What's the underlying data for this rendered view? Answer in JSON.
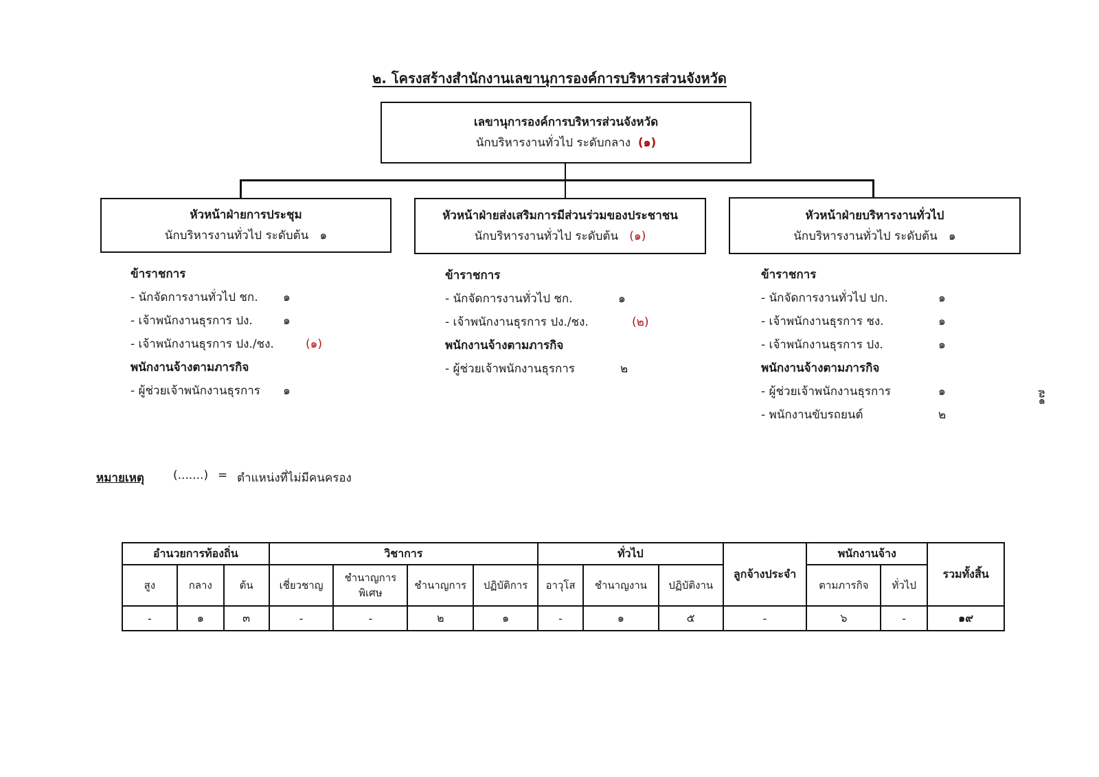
{
  "title": "๒. โครงสร้างสำนักงานเลขานุการองค์การบริหารส่วนจังหวัด",
  "top_box": {
    "line1": "เลขานุการองค์การบริหารส่วนจังหวัด",
    "line2": "นักบริหารงานทั่วไป ระดับกลาง",
    "count": "(๑)",
    "count_vacant": true
  },
  "divisions": [
    {
      "head": "หัวหน้าฝ่ายการประชุม",
      "position": "นักบริหารงานทั่วไป ระดับต้น",
      "count": "๑",
      "count_vacant": false,
      "groups": [
        {
          "label": "ข้าราชการ",
          "items": [
            {
              "name": "- นักจัดการงานทั่วไป ชก.",
              "count": "๑",
              "vacant": false
            },
            {
              "name": "- เจ้าพนักงานธุรการ ปง.",
              "count": "๑",
              "vacant": false
            },
            {
              "name": "- เจ้าพนักงานธุรการ ปง./ชง.",
              "count": "(๑)",
              "vacant": true
            }
          ]
        },
        {
          "label": "พนักงานจ้างตามภารกิจ",
          "items": [
            {
              "name": "- ผู้ช่วยเจ้าพนักงานธุรการ",
              "count": "๑",
              "vacant": false
            }
          ]
        }
      ]
    },
    {
      "head": "หัวหน้าฝ่ายส่งเสริมการมีส่วนร่วมของประชาชน",
      "position": "นักบริหารงานทั่วไป ระดับต้น",
      "count": "(๑)",
      "count_vacant": true,
      "groups": [
        {
          "label": "ข้าราชการ",
          "items": [
            {
              "name": "- นักจัดการงานทั่วไป ชก.",
              "count": "๑",
              "vacant": false
            },
            {
              "name": "- เจ้าพนักงานธุรการ ปง./ชง.",
              "count": "(๒)",
              "vacant": true
            }
          ]
        },
        {
          "label": "พนักงานจ้างตามภารกิจ",
          "items": [
            {
              "name": "- ผู้ช่วยเจ้าพนักงานธุรการ",
              "count": "๒",
              "vacant": false
            }
          ]
        }
      ]
    },
    {
      "head": "หัวหน้าฝ่ายบริหารงานทั่วไป",
      "position": "นักบริหารงานทั่วไป ระดับต้น",
      "count": "๑",
      "count_vacant": false,
      "groups": [
        {
          "label": "ข้าราชการ",
          "items": [
            {
              "name": "- นักจัดการงานทั่วไป ปก.",
              "count": "๑",
              "vacant": false
            },
            {
              "name": "- เจ้าพนักงานธุรการ ชง.",
              "count": "๑",
              "vacant": false
            },
            {
              "name": "- เจ้าพนักงานธุรการ ปง.",
              "count": "๑",
              "vacant": false
            }
          ]
        },
        {
          "label": "พนักงานจ้างตามภารกิจ",
          "items": [
            {
              "name": "- ผู้ช่วยเจ้าพนักงานธุรการ",
              "count": "๑",
              "vacant": false
            },
            {
              "name": "- พนักงานขับรถยนต์",
              "count": "๒",
              "vacant": false
            }
          ]
        }
      ]
    }
  ],
  "note": {
    "label": "หมายเหตุ",
    "symbol": "(.......)",
    "equals": "=",
    "meaning": "ตำแหน่งที่ไม่มีคนครอง"
  },
  "page_number": "๑๗",
  "summary_table": {
    "groups": [
      {
        "label": "อำนวยการท้องถิ่น",
        "span": 3
      },
      {
        "label": "วิชาการ",
        "span": 4
      },
      {
        "label": "ทั่วไป",
        "span": 3
      },
      {
        "label": "ลูกจ้างประจำ",
        "span": 1,
        "rowspan": 2
      },
      {
        "label": "พนักงานจ้าง",
        "span": 2
      },
      {
        "label": "รวมทั้งสิ้น",
        "span": 1,
        "rowspan": 2
      }
    ],
    "subheaders": [
      "สูง",
      "กลาง",
      "ต้น",
      "เชี่ยวชาญ",
      "ชำนาญการพิเศษ",
      "ชำนาญการ",
      "ปฏิบัติการ",
      "อาวุโส",
      "ชำนาญงาน",
      "ปฏิบัติงาน",
      "ตามภารกิจ",
      "ทั่วไป"
    ],
    "subheader_lines": {
      "special_1": "ชำนาญการ",
      "special_2": "พิเศษ"
    },
    "values": [
      "-",
      "๑",
      "๓",
      "-",
      "-",
      "๒",
      "๑",
      "-",
      "๑",
      "๕",
      "-",
      "๖",
      "-",
      "๑๙"
    ]
  },
  "colors": {
    "vacant": "#b01818",
    "line": "#111111"
  }
}
